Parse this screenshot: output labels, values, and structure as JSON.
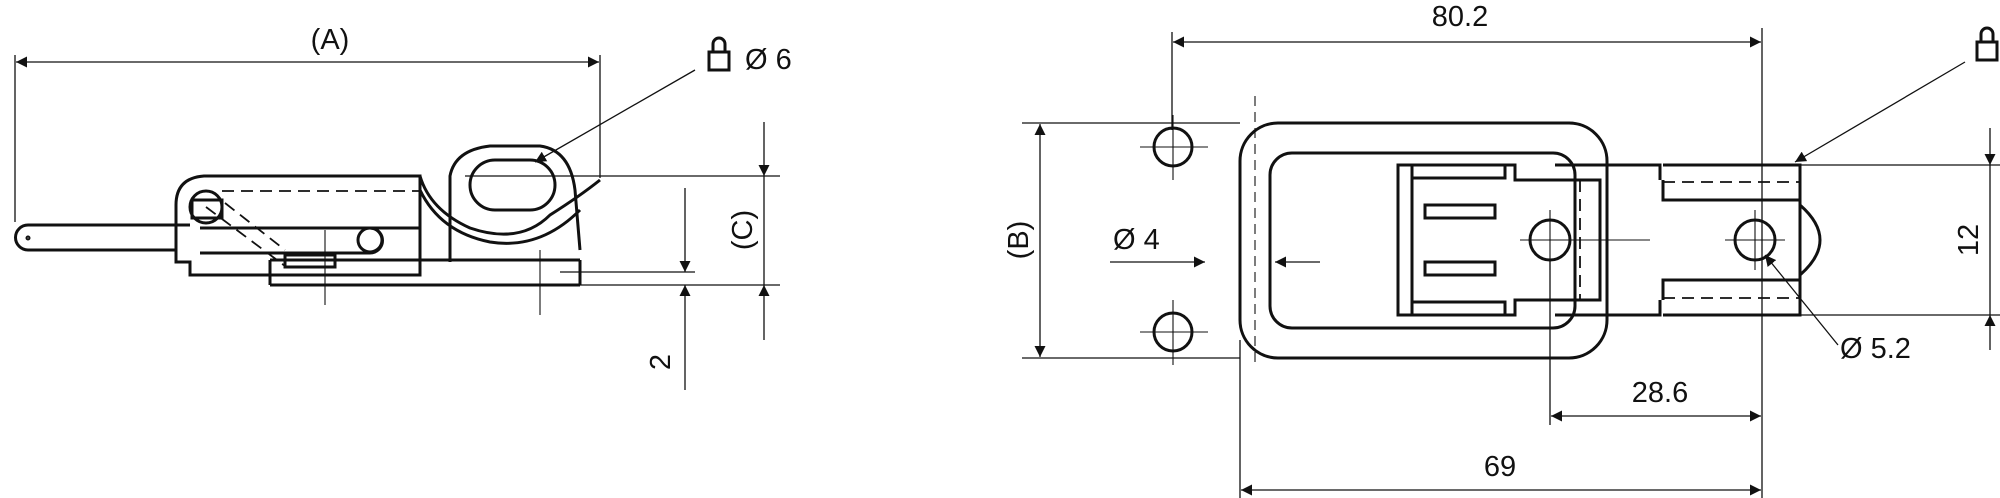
{
  "side_view": {
    "dim_a": "(A)",
    "dim_c": "(C)",
    "dim_thickness": "2",
    "padlock_hole": "Ø 6"
  },
  "top_view": {
    "dim_total_length": "80.2",
    "dim_base_length": "69",
    "dim_keeper_offset": "28.6",
    "dim_b": "(B)",
    "dim_keeper_width": "12",
    "mount_hole": "Ø 4",
    "keeper_hole": "Ø 5.2"
  },
  "icons": [
    "padlock-icon",
    "padlock-icon"
  ]
}
